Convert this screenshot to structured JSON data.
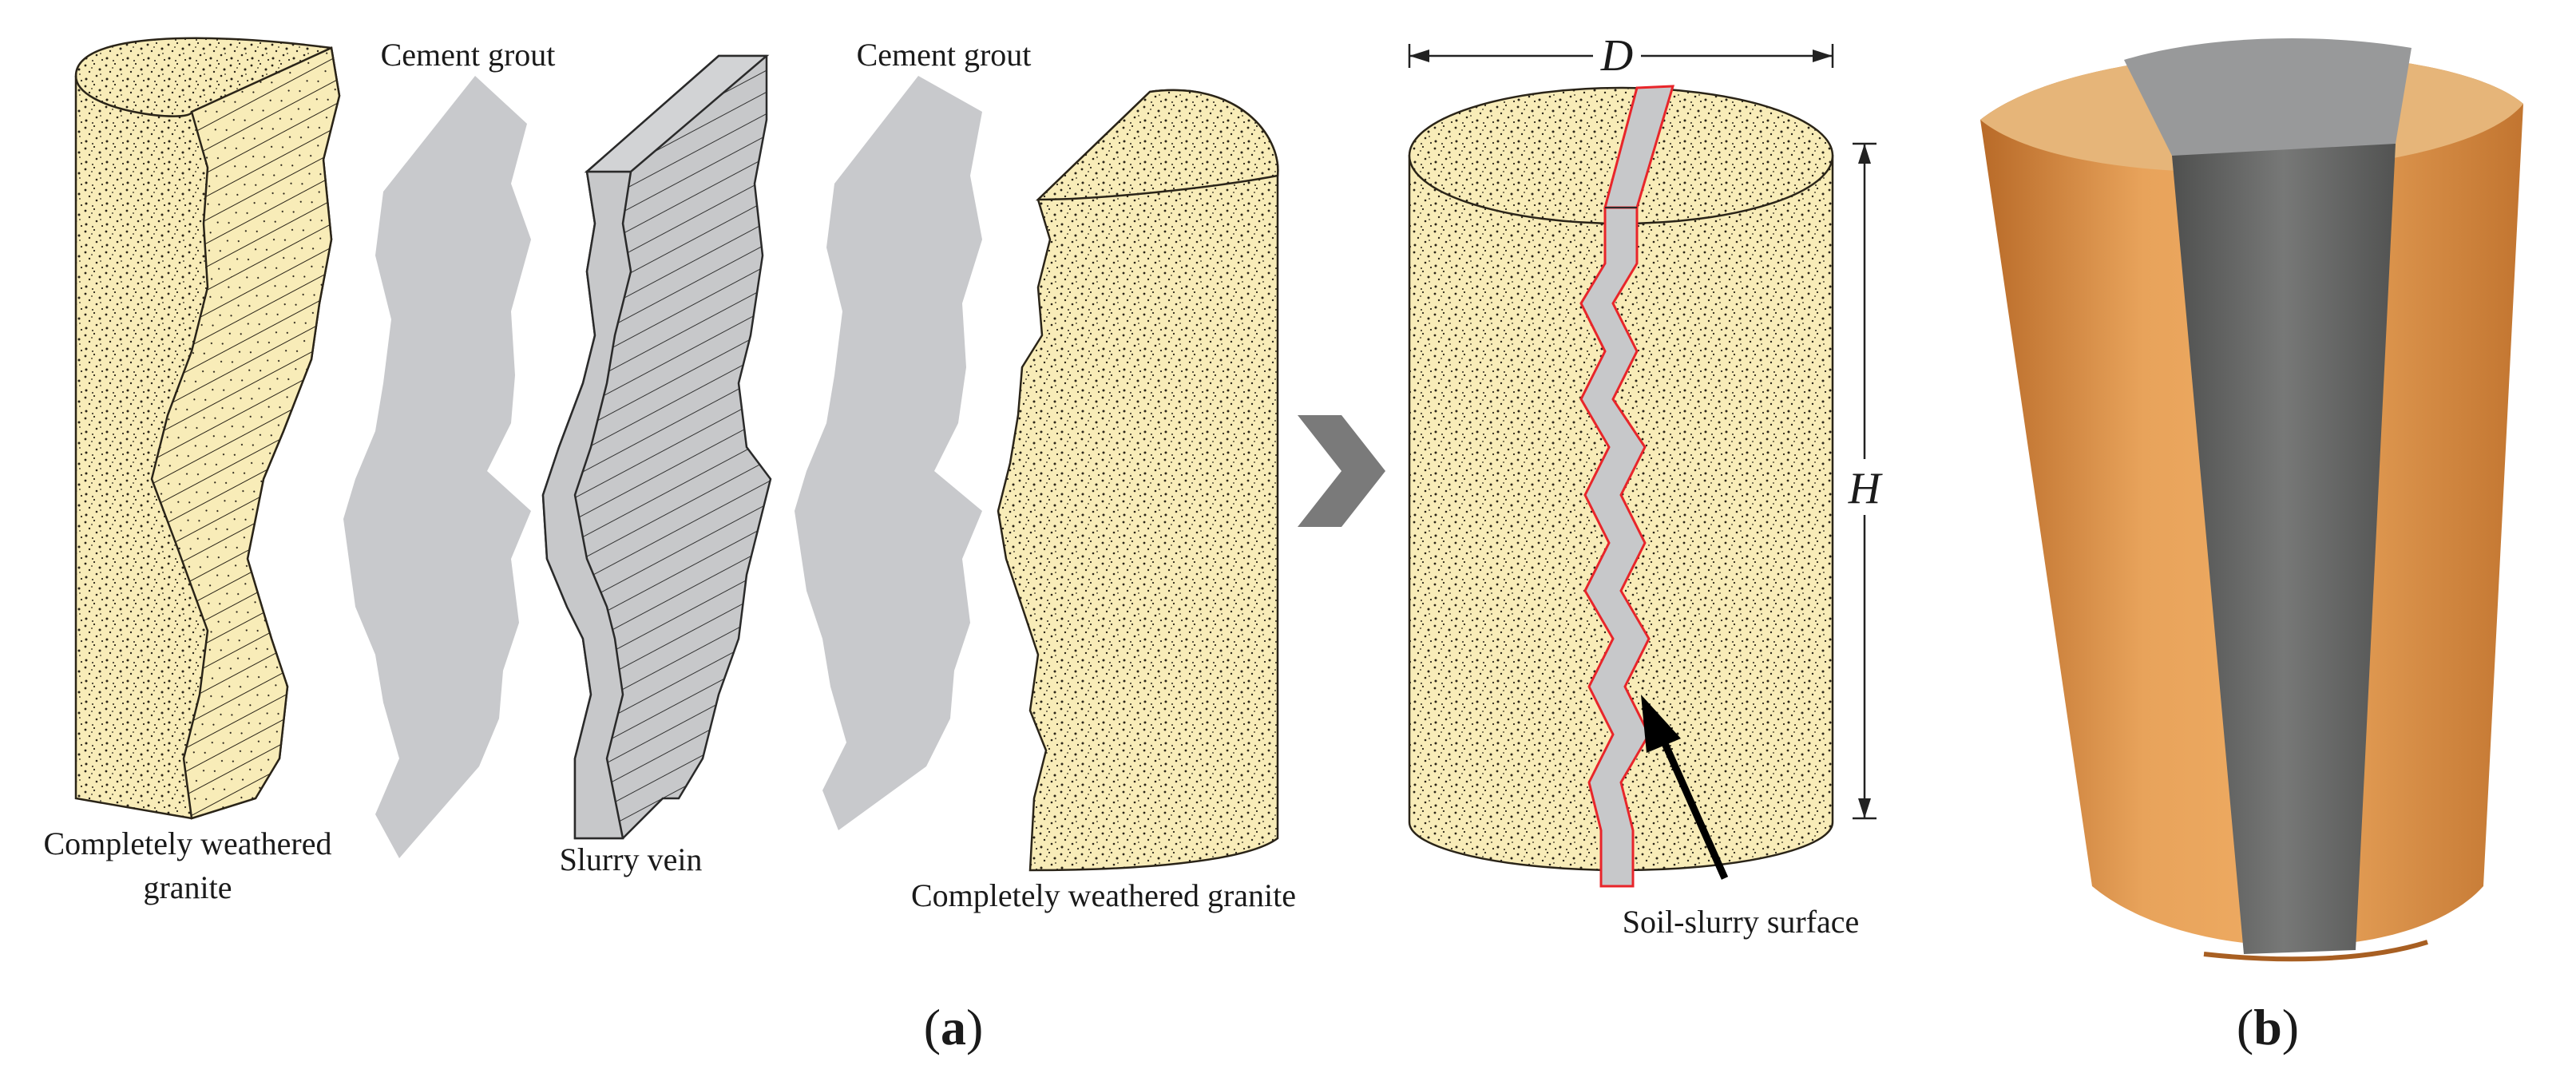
{
  "panel_a": {
    "label_open": "(",
    "label_letter": "a",
    "label_close": ")",
    "labels": {
      "cement_grout_1": "Cement grout",
      "cement_grout_2": "Cement grout",
      "granite_left_line1": "Completely weathered",
      "granite_left_line2": "granite",
      "slurry_vein": "Slurry vein",
      "granite_right": "Completely weathered granite",
      "dimension_d": "D",
      "dimension_h": "H",
      "soil_slurry_surface": "Soil-slurry surface"
    }
  },
  "panel_b": {
    "label_open": "(",
    "label_letter": "b",
    "label_close": ")"
  },
  "colors": {
    "granite_fill": "#f8ecb8",
    "grout_gray": "#c8c9cc",
    "vein_gray": "#c7c8ca",
    "interface_red": "#e8252a",
    "arrow_gray": "#7a7a7a",
    "photo_orange": "#dc9a52",
    "photo_vein": "#6b6c6b"
  },
  "icons": {
    "process_arrow": "chevron-right-icon"
  }
}
